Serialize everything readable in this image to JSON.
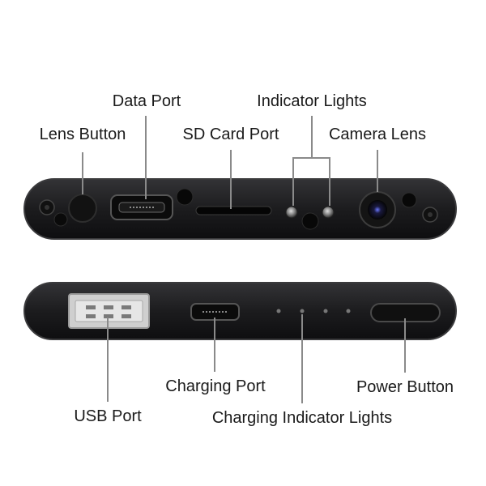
{
  "labels": {
    "data_port": "Data Port",
    "indicator_lights": "Indicator Lights",
    "lens_button": "Lens Button",
    "sd_card_port": "SD Card Port",
    "camera_lens": "Camera Lens",
    "charging_port": "Charging Port",
    "power_button": "Power Button",
    "usb_port": "USB Port",
    "charging_indicator_lights": "Charging Indicator Lights"
  },
  "colors": {
    "device_body": "#1c1c1e",
    "device_edge": "#3a3a3c",
    "leader_line": "#8a8a8a",
    "usb_port_fill": "#d9d9d9"
  }
}
